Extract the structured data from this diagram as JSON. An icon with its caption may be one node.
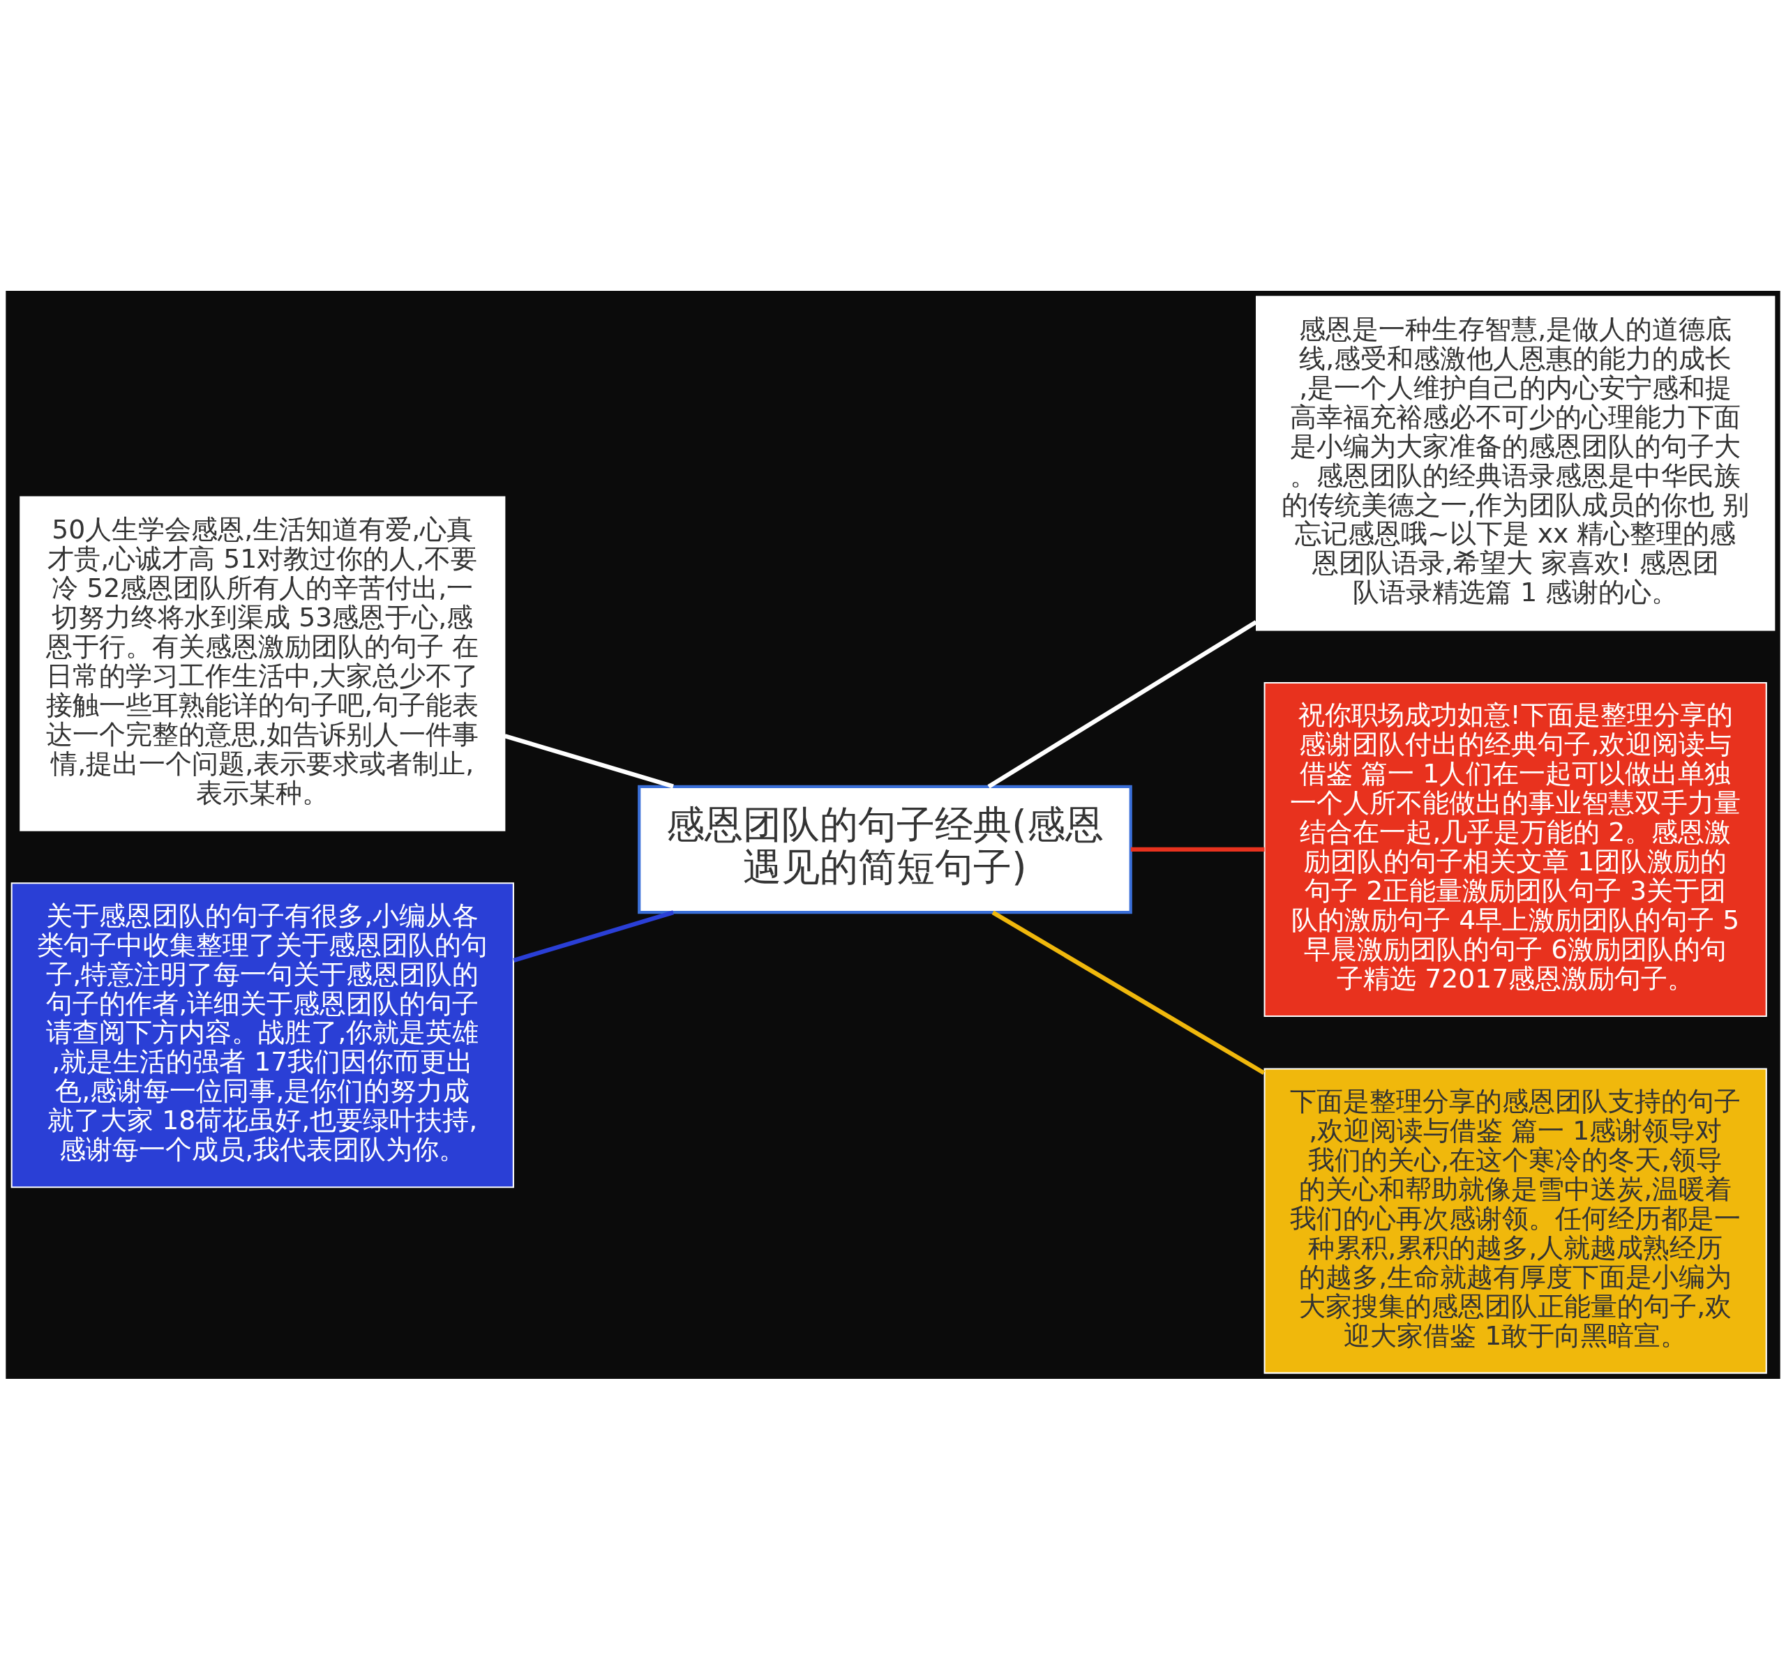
{
  "diagram": {
    "nodes": [
      {
        "text": [
          "感恩团队的句子经典(感恩遇见的简短句子)"
        ]
      },
      {
        "text": [
          "感恩是一种生存智慧,是做人的道德底线,感受和感激他人恩惠的能力的成长,是一个人维护自己的内心安宁感和提高幸福充裕感必不可少的心理能力下面是小编为大家准备的感恩团队的句子大。感恩团队的经典语录感恩是中华民族的传统美德之一,作为团队成员的你也 别忘记感恩哦~以下是 xx 精心整理的感恩团队语录,希望大 家喜欢! 感恩团队语录精选篇 1 感谢的心。"
        ]
      },
      {
        "text": [
          "50人生学会感恩,生活知道有爱,心真才贵,心诚才高 51对教过你的人,不要冷 52感恩团队所有人的辛苦付出,一切努力终将水到渠成 53感恩于心,感恩于行。有关感恩激励团队的句子 在日常的学习工作生活中,大家总少不了接触一些耳熟能详的句子吧,句子能表达一个完整的意思,如告诉别人一件事情,提出一个问题,表示要求或者制止,表示某种。"
        ]
      },
      {
        "text": [
          "祝你职场成功如意!下面是整理分享的感谢团队付出的经典句子,欢迎阅读与借鉴 篇一 1人们在一起可以做出单独一个人所不能做出的事业智慧双手力量结合在一起,几乎是万能的 2。感恩激励团队的句子相关文章 1团队激励的句子 2正能量激励团队句子 3关于团队的激励句子 4早上激励团队的句子 5早晨激励团队的句子 6激励团队的句子精选 72017感恩激励句子。"
        ]
      },
      {
        "text": [
          "关于感恩团队的句子有很多,小编从各类句子中收集整理了关于感恩团队的句子,特意注明了每一句关于感恩团队的句子的作者,详细关于感恩团队的句子请查阅下方内容。战胜了,你就是英雄,就是生活的强者 17我们因你而更出色,感谢每一位同事,是你们的努力成就了大家 18荷花虽好,也要绿叶扶持,感谢每一个成员,我代表团队为你。"
        ]
      },
      {
        "text": [
          "下面是整理分享的感恩团队支持的句子,欢迎阅读与借鉴 篇一 1感谢领导对我们的关心,在这个寒冷的冬天,领导的关心和帮助就像是雪中送炭,温暖着我们的心再次感谢领。任何经历都是一种累积,累积的越多,人就越成熟经历的越多,生命就越有厚度下面是小编为大家搜集的感恩团队正能量的句子,欢迎大家借鉴 1敢于向黑暗宣。"
        ]
      }
    ],
    "edges": [
      {
        "from": 0,
        "to": 1,
        "arrow": "none",
        "color": "#ffffff"
      },
      {
        "from": 0,
        "to": 2,
        "arrow": "none",
        "color": "#ffffff"
      },
      {
        "from": 0,
        "to": 3,
        "arrow": "none",
        "color": "#e8321e"
      },
      {
        "from": 0,
        "to": 4,
        "arrow": "none",
        "color": "#2a3fd6"
      },
      {
        "from": 0,
        "to": 5,
        "arrow": "none",
        "color": "#f0b80c"
      }
    ]
  }
}
